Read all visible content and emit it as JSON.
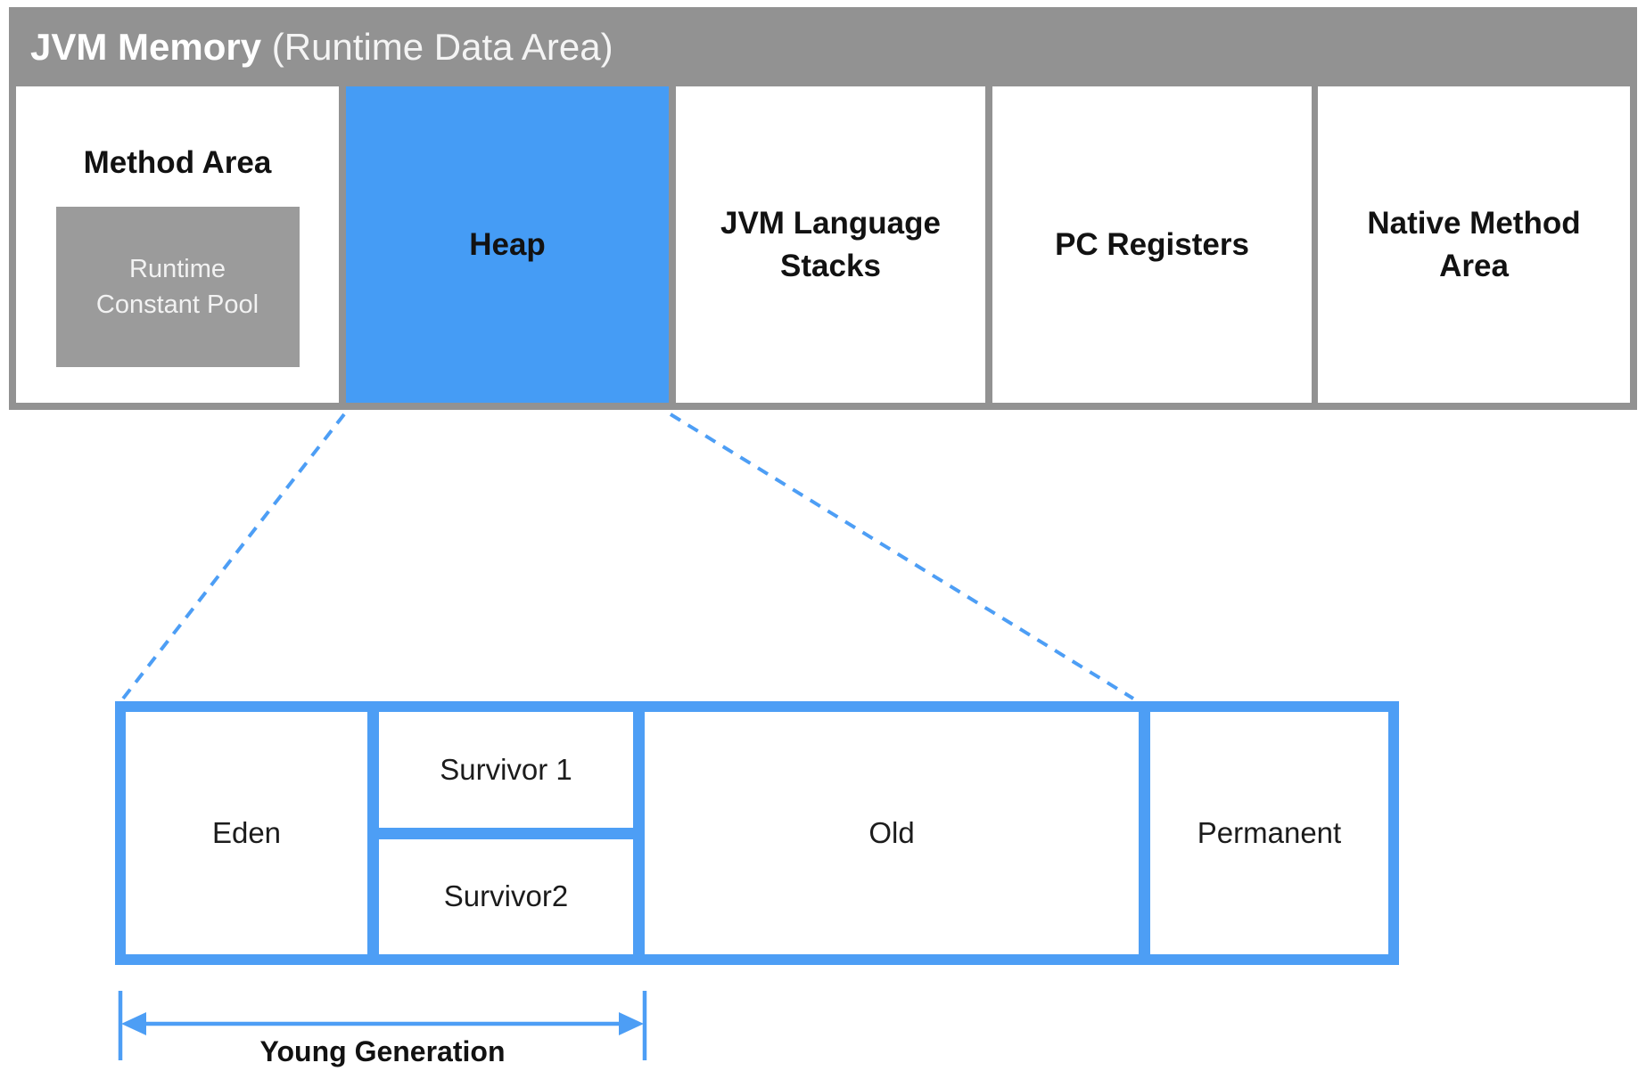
{
  "colors": {
    "white": "#FFFFFF",
    "gray": "#929292",
    "pool-gray": "#9B9B9B",
    "heap-blue": "#459CF5",
    "border-blue": "#4D9EF5",
    "text-dark": "#121212",
    "text-light": "#F2F2F2"
  },
  "header": {
    "title_bold": "JVM Memory",
    "title_rest": " (Runtime Data Area)"
  },
  "top_row": {
    "method_area": {
      "label": "Method Area",
      "pool_line1": "Runtime",
      "pool_line2": "Constant Pool"
    },
    "heap": {
      "label": "Heap"
    },
    "jvm_stacks": {
      "line1": "JVM Language",
      "line2": "Stacks"
    },
    "pc_registers": {
      "label": "PC Registers"
    },
    "native_method": {
      "line1": "Native Method",
      "line2": "Area"
    }
  },
  "heap_detail": {
    "eden": "Eden",
    "survivor1": "Survivor 1",
    "survivor2": "Survivor2",
    "old": "Old",
    "permanent": "Permanent"
  },
  "annotation": {
    "young_generation": "Young Generation"
  }
}
